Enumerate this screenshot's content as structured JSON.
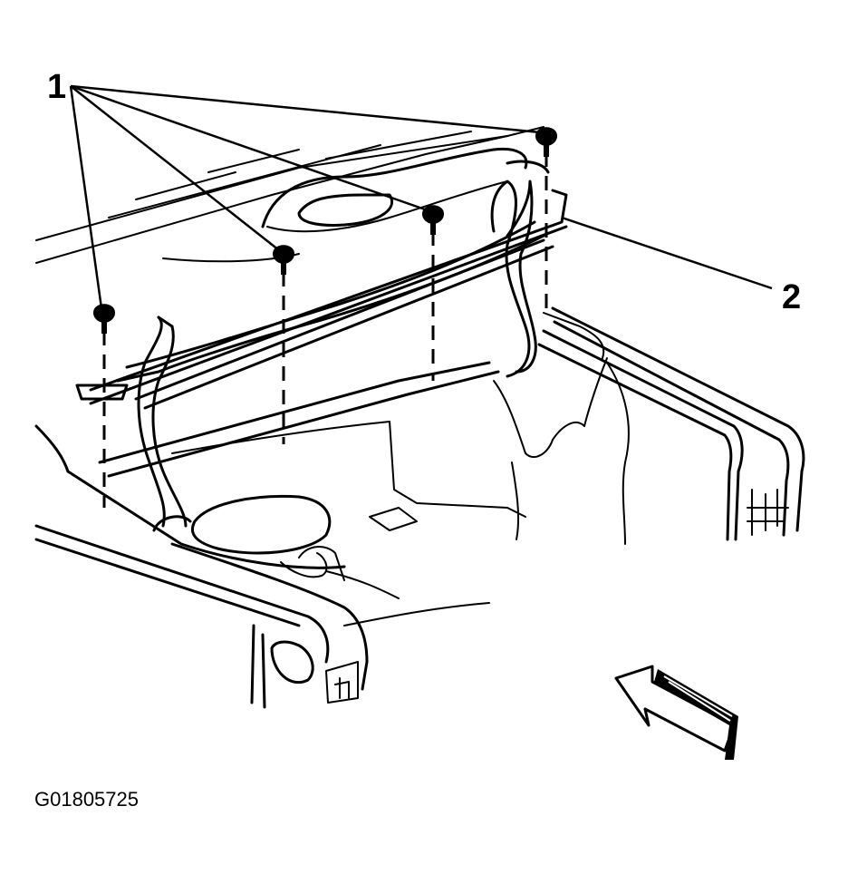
{
  "callouts": {
    "fasteners": "1",
    "weatherstrip": "2"
  },
  "figure_id": "G01805725",
  "colors": {
    "ink": "#000000",
    "paper": "#ffffff"
  }
}
